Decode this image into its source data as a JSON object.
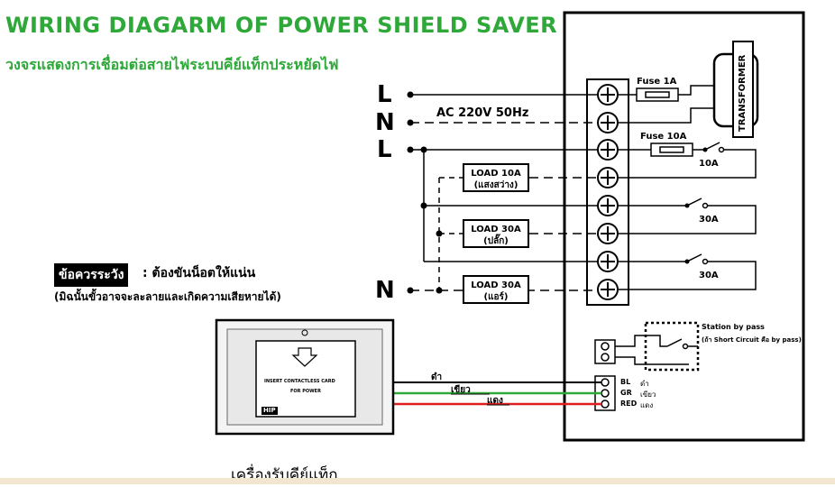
{
  "title": "WIRING DIAGARM OF POWER SHIELD SAVER",
  "subtitle": "วงจรแสดงการเชื่อมต่อสายไฟระบบคีย์แท็กประหยัดไฟ",
  "terminals": {
    "l1": "L",
    "n1": "N",
    "l2": "L",
    "n2": "N"
  },
  "supply_label": "AC 220V 50Hz",
  "fuse1": "Fuse 1A",
  "fuse2": "Fuse 10A",
  "transformer": "TRANSFORMER",
  "switch_labels": [
    "10A",
    "30A",
    "30A"
  ],
  "loads": [
    {
      "line1": "LOAD 10A",
      "line2": "(แสงสว่าง)"
    },
    {
      "line1": "LOAD 30A",
      "line2": "(ปลั๊ก)"
    },
    {
      "line1": "LOAD 30A",
      "line2": "(แอร์)"
    }
  ],
  "warning": {
    "badge": "ข้อควรระวัง",
    "text": ": ต้องขันน็อตให้แน่น",
    "sub": "(มิฉนั้นขั้วอาจจะละลายและเกิดความเสียหายได้)"
  },
  "bypass": {
    "title": "Station by pass",
    "note": "(ถ้า Short Circuit คือ by pass)"
  },
  "wires": {
    "black": "ดำ",
    "green": "เขียว",
    "red": "แดง",
    "codes": [
      "BL",
      "GR",
      "RED"
    ],
    "names": [
      "ดำ",
      "เขียว",
      "แดง"
    ]
  },
  "card": {
    "line1": "INSERT CONTACTLESS CARD",
    "line2": "FOR POWER",
    "brand": "HIP"
  },
  "reader_caption": "เครื่องรับคีย์แท็ก",
  "colors": {
    "title": "#2fa83a",
    "green_wire": "#2fa83a",
    "red_wire": "#e02020"
  }
}
